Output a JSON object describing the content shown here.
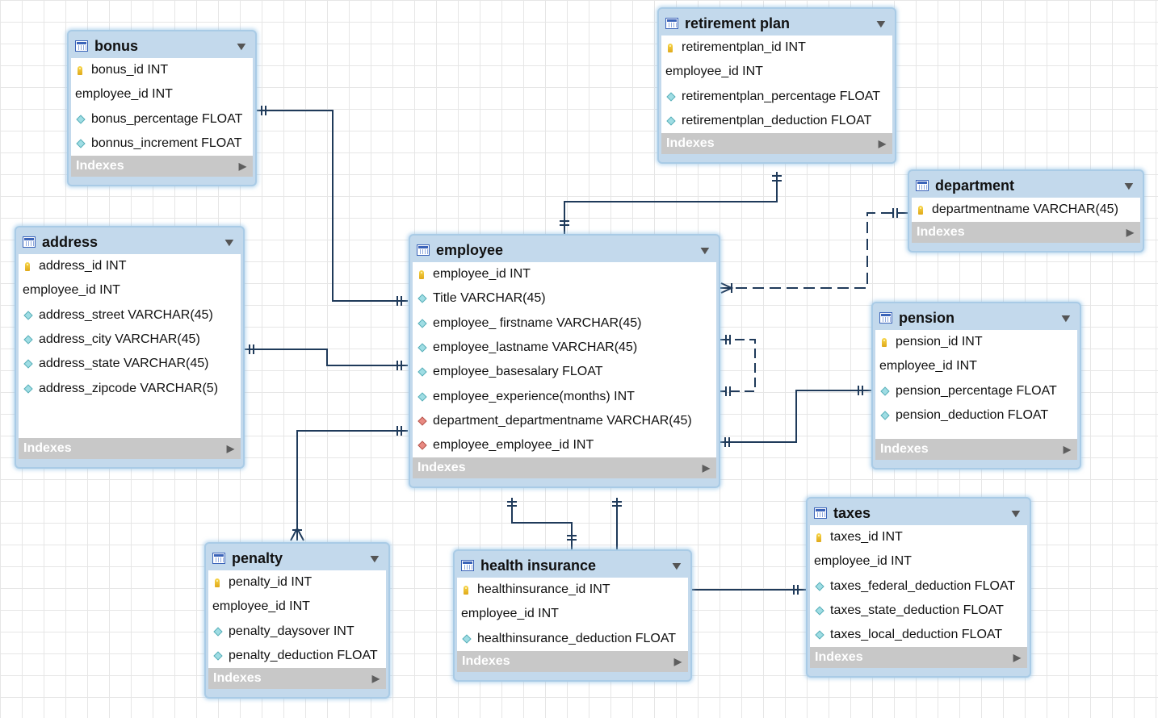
{
  "tables": [
    {
      "key": "bonus",
      "title": "bonus",
      "fields": [
        {
          "icon": "pk",
          "label": "bonus_id INT"
        },
        {
          "icon": "none",
          "label": "employee_id INT"
        },
        {
          "icon": "col",
          "label": "bonus_percentage FLOAT"
        },
        {
          "icon": "col",
          "label": "bonnus_increment FLOAT"
        }
      ],
      "indexes_label": "Indexes"
    },
    {
      "key": "retirement-plan",
      "title": "retirement plan",
      "fields": [
        {
          "icon": "pk",
          "label": "retirementplan_id INT"
        },
        {
          "icon": "none",
          "label": "employee_id INT"
        },
        {
          "icon": "col",
          "label": "retirementplan_percentage FLOAT"
        },
        {
          "icon": "col",
          "label": "retirementplan_deduction FLOAT"
        }
      ],
      "indexes_label": "Indexes"
    },
    {
      "key": "department",
      "title": "department",
      "fields": [
        {
          "icon": "pk",
          "label": "departmentname VARCHAR(45)"
        }
      ],
      "indexes_label": "Indexes"
    },
    {
      "key": "address",
      "title": "address",
      "fields": [
        {
          "icon": "pk",
          "label": "address_id INT"
        },
        {
          "icon": "none",
          "label": "employee_id INT"
        },
        {
          "icon": "col",
          "label": "address_street VARCHAR(45)"
        },
        {
          "icon": "col",
          "label": "address_city VARCHAR(45)"
        },
        {
          "icon": "col",
          "label": "address_state VARCHAR(45)"
        },
        {
          "icon": "col",
          "label": "address_zipcode VARCHAR(5)"
        }
      ],
      "indexes_label": "Indexes"
    },
    {
      "key": "employee",
      "title": "employee",
      "fields": [
        {
          "icon": "pk",
          "label": "employee_id INT"
        },
        {
          "icon": "col",
          "label": "Title VARCHAR(45)"
        },
        {
          "icon": "col",
          "label": "employee_ firstname VARCHAR(45)"
        },
        {
          "icon": "col",
          "label": "employee_lastname VARCHAR(45)"
        },
        {
          "icon": "col",
          "label": "employee_basesalary FLOAT"
        },
        {
          "icon": "col",
          "label": "employee_experience(months) INT"
        },
        {
          "icon": "fk",
          "label": "department_departmentname VARCHAR(45)"
        },
        {
          "icon": "fk",
          "label": "employee_employee_id INT"
        }
      ],
      "indexes_label": "Indexes"
    },
    {
      "key": "pension",
      "title": "pension",
      "fields": [
        {
          "icon": "pk",
          "label": "pension_id INT"
        },
        {
          "icon": "none",
          "label": "employee_id INT"
        },
        {
          "icon": "col",
          "label": "pension_percentage FLOAT"
        },
        {
          "icon": "col",
          "label": "pension_deduction FLOAT"
        }
      ],
      "indexes_label": "Indexes"
    },
    {
      "key": "penalty",
      "title": "penalty",
      "fields": [
        {
          "icon": "pk",
          "label": "penalty_id INT"
        },
        {
          "icon": "none",
          "label": "employee_id INT"
        },
        {
          "icon": "col",
          "label": "penalty_daysover INT"
        },
        {
          "icon": "col",
          "label": "penalty_deduction FLOAT"
        }
      ],
      "indexes_label": "Indexes"
    },
    {
      "key": "health-insurance",
      "title": "health insurance",
      "fields": [
        {
          "icon": "pk",
          "label": "healthinsurance_id INT"
        },
        {
          "icon": "none",
          "label": "employee_id INT"
        },
        {
          "icon": "col",
          "label": "healthinsurance_deduction FLOAT"
        }
      ],
      "indexes_label": "Indexes"
    },
    {
      "key": "taxes",
      "title": "taxes",
      "fields": [
        {
          "icon": "pk",
          "label": "taxes_id INT"
        },
        {
          "icon": "none",
          "label": "employee_id INT"
        },
        {
          "icon": "col",
          "label": "taxes_federal_deduction FLOAT"
        },
        {
          "icon": "col",
          "label": "taxes_state_deduction FLOAT"
        },
        {
          "icon": "col",
          "label": "taxes_local_deduction FLOAT"
        }
      ],
      "indexes_label": "Indexes"
    }
  ],
  "colors": {
    "connector": "#1f3a5a",
    "header": "#c3d9ec",
    "indexes_bar": "#c8c8c8",
    "pk_icon": "#f2c43a",
    "column_icon": "#9fdde4",
    "fk_icon": "#e88a82"
  },
  "icons": {
    "table": "table-icon",
    "primary_key": "key-icon",
    "column": "diamond-icon",
    "foreign_key": "diamond-fk-icon",
    "collapse": "triangle-down-icon",
    "expand": "triangle-right-icon"
  }
}
